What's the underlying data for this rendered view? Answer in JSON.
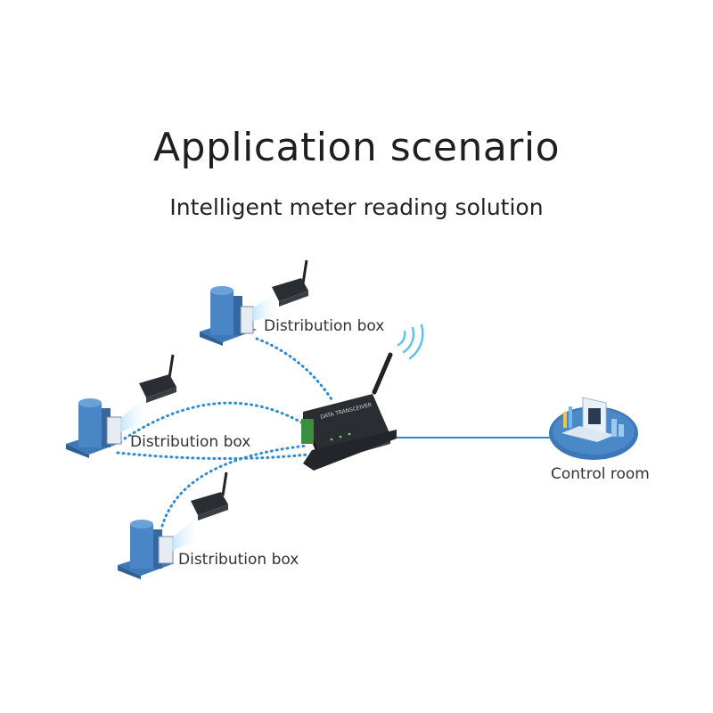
{
  "title": "Application scenario",
  "subtitle": "Intelligent meter reading solution",
  "nodes": {
    "box_top": "Distribution box",
    "box_mid": "Distribution box",
    "box_bottom": "Distribution box",
    "control_room": "Control room"
  },
  "device_label": "DATA TRANSCEIVER",
  "colors": {
    "link_dotted": "#2f8ccf",
    "link_solid": "#2b8bd0",
    "building": "#3d79b8",
    "device_body": "#2a2e33",
    "wifi": "#5ec2ee"
  }
}
